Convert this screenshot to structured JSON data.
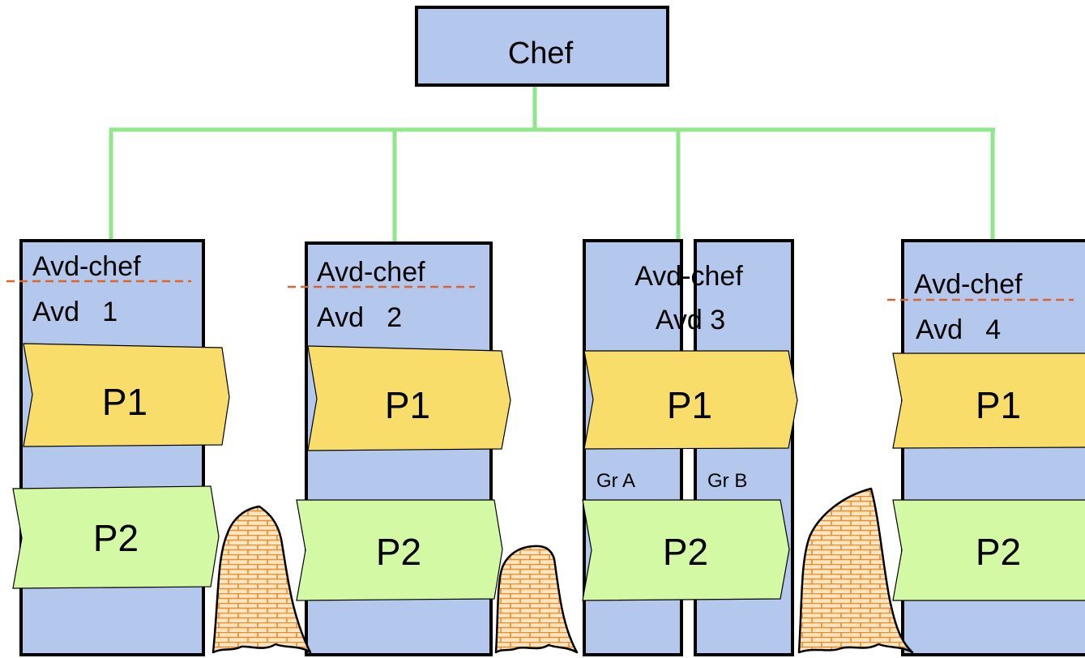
{
  "top": {
    "label": "Chef"
  },
  "departments": [
    {
      "head": "Avd-chef",
      "name": "Avd   1"
    },
    {
      "head": "Avd-chef",
      "name": "Avd   2"
    },
    {
      "head": "Avd-chef",
      "name": "Avd 3",
      "groups": [
        "Gr A",
        "Gr B"
      ]
    },
    {
      "head": "Avd-chef",
      "name": "Avd   4"
    }
  ],
  "processes": {
    "p1": "P1",
    "p2": "P2"
  },
  "colors": {
    "box": "#b4c7ec",
    "connector": "#90e68a",
    "p1": "#f9dd6b",
    "p2": "#d3f9a5",
    "divider": "#d9662c",
    "wall_fill": "#fbe6c4",
    "wall_brick": "#f08a24"
  }
}
